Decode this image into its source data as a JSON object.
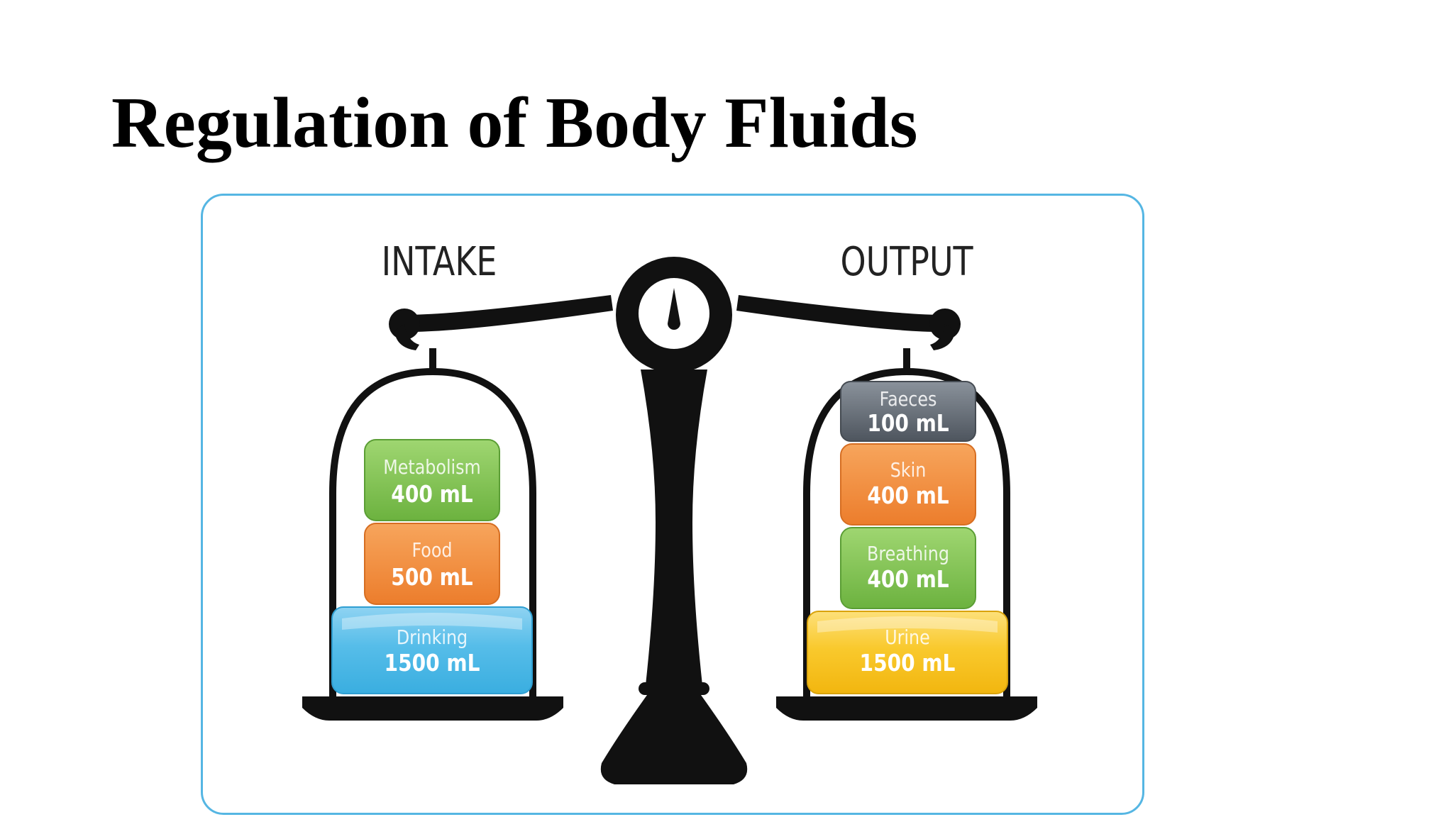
{
  "title": "Regulation of Body Fluids",
  "intake": {
    "label": "INTAKE",
    "items": [
      {
        "name": "Metabolism",
        "value": "400 mL"
      },
      {
        "name": "Food",
        "value": "500 mL"
      },
      {
        "name": "Drinking",
        "value": "1500 mL"
      }
    ]
  },
  "output": {
    "label": "OUTPUT",
    "items": [
      {
        "name": "Faeces",
        "value": "100 mL"
      },
      {
        "name": "Skin",
        "value": "400 mL"
      },
      {
        "name": "Breathing",
        "value": "400 mL"
      },
      {
        "name": "Urine",
        "value": "1500 mL"
      }
    ]
  },
  "colors": {
    "frame": "#55b6e3",
    "green": "#7cbf4e",
    "orange": "#f08a3c",
    "blue": "#4bb8e6",
    "gray": "#5f6670",
    "yellow": "#f7c21e"
  }
}
